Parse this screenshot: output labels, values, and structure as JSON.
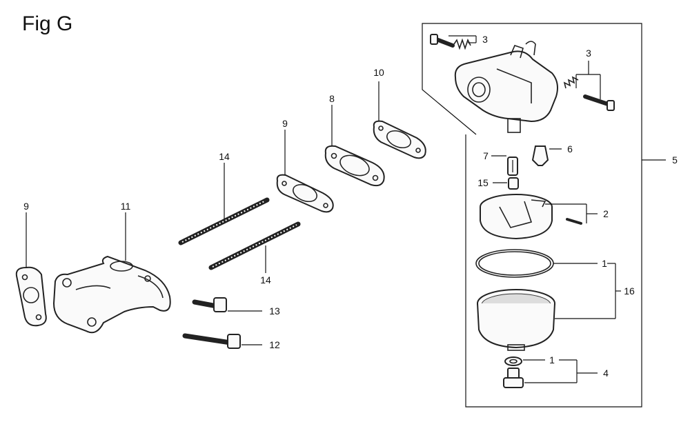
{
  "figure": {
    "title": "Fig G"
  },
  "labels": {
    "carb_screw_left": "3",
    "carb_screw_right": "3",
    "carb_assembly": "5",
    "main_jet": "7",
    "float_valve": "6",
    "jet_plug": "15",
    "float_pin": "2",
    "oring_seal": "1",
    "float_bowl_set": "16",
    "bowl_washer": "1",
    "bowl_bolt_set": "4",
    "gasket_left": "9",
    "manifold": "11",
    "stud_upper": "14",
    "stud_lower": "14",
    "gasket_mid": "9",
    "insulator": "8",
    "gasket_right": "10",
    "bolt_short": "13",
    "bolt_long": "12"
  }
}
